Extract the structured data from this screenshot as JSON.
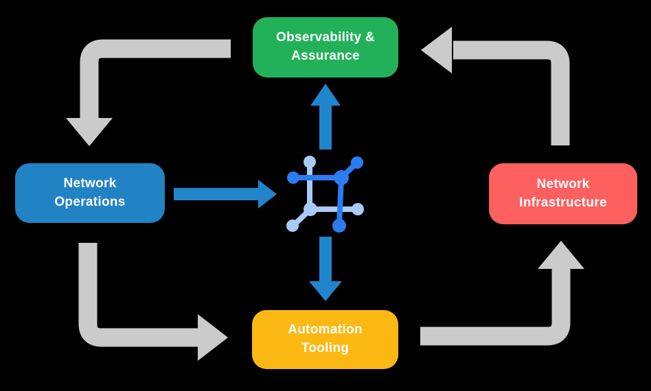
{
  "diagram": {
    "background_color": "#000000",
    "text_color": "#ffffff",
    "nodes": [
      {
        "id": "observability",
        "lines": [
          "Observability &",
          "Assurance"
        ],
        "color": "#22b159"
      },
      {
        "id": "operations",
        "lines": [
          "Network",
          "Operations"
        ],
        "color": "#2182c4"
      },
      {
        "id": "infrastructure",
        "lines": [
          "Network",
          "Infrastructure"
        ],
        "color": "#fe5f5f"
      },
      {
        "id": "automation",
        "lines": [
          "Automation",
          "Tooling"
        ],
        "color": "#fcb813"
      }
    ],
    "center_icon": {
      "name": "network-mesh-icon",
      "primary_color": "#2b7cf0",
      "secondary_color": "#a9c9f7"
    },
    "arrows": {
      "cycle_color": "#cbcbcb",
      "accent_color": "#2185cb",
      "cycle": [
        {
          "from": "observability",
          "to": "operations"
        },
        {
          "from": "operations",
          "to": "automation"
        },
        {
          "from": "automation",
          "to": "infrastructure"
        },
        {
          "from": "infrastructure",
          "to": "observability"
        }
      ],
      "accent": [
        {
          "from": "operations",
          "to": "center-icon"
        },
        {
          "from": "center-icon",
          "to": "observability"
        },
        {
          "from": "center-icon",
          "to": "automation"
        }
      ]
    }
  }
}
